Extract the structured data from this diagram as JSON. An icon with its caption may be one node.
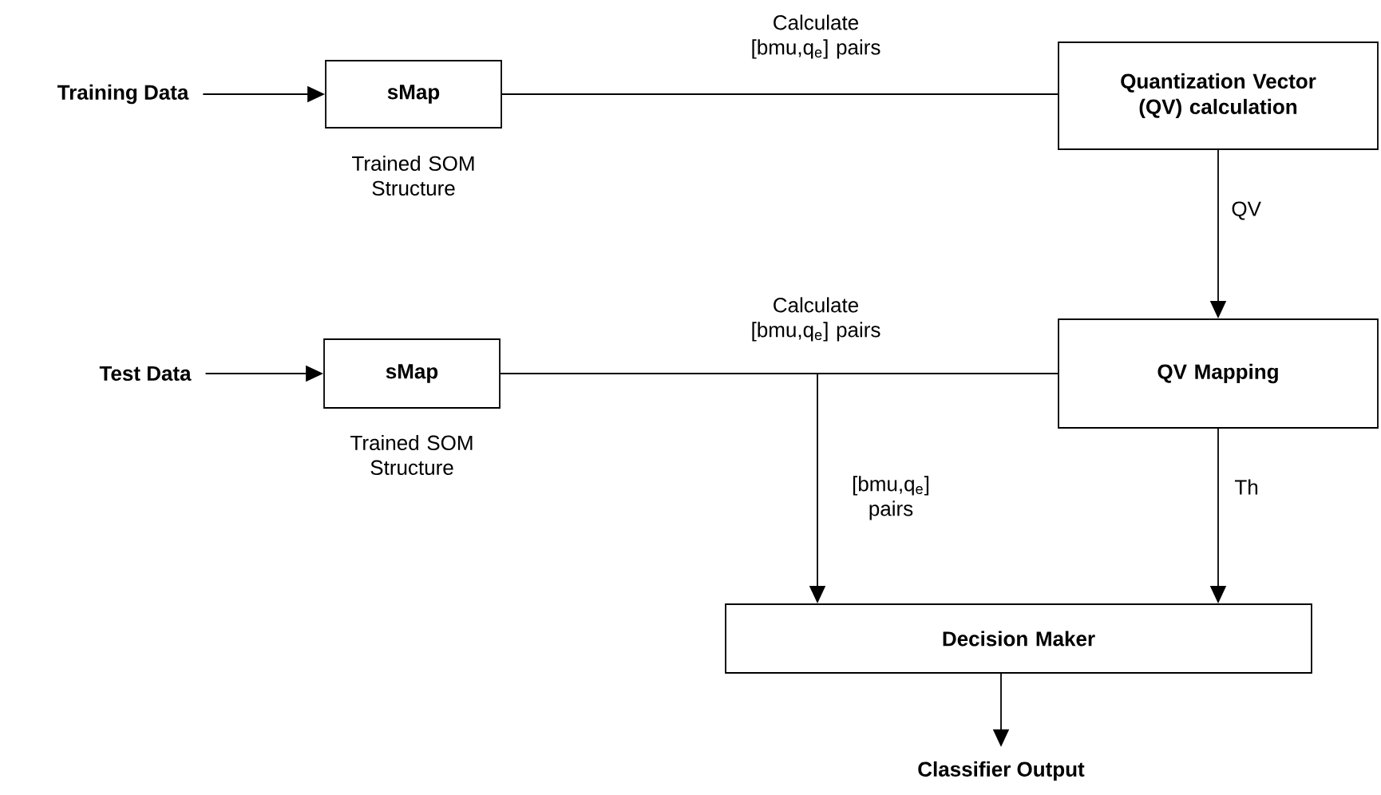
{
  "diagram": {
    "nodes": [
      {
        "text": [
          "Training Data"
        ]
      },
      {
        "text": [
          "sMap"
        ],
        "beside": [
          "Trained SOM Structure"
        ]
      },
      {
        "text": [
          "Quantization Vector (QV) calculation"
        ]
      },
      {
        "text": [
          "Test Data"
        ]
      },
      {
        "text": [
          "sMap"
        ],
        "beside": [
          "Trained SOM Structure"
        ]
      },
      {
        "text": [
          "QV Mapping"
        ]
      },
      {
        "text": [
          "Decision Maker"
        ]
      },
      {
        "text": [
          "Classifier Output"
        ]
      }
    ],
    "edges": [
      {
        "from": 0,
        "to": 1,
        "arrow": "to"
      },
      {
        "from": 1,
        "to": 2,
        "arrow": "none",
        "label": "Calculate [bmu,q$_{e}$] pairs"
      },
      {
        "from": 2,
        "to": 5,
        "arrow": "to",
        "label": "QV"
      },
      {
        "from": 3,
        "to": 4,
        "arrow": "to"
      },
      {
        "from": 4,
        "to": 5,
        "arrow": "none",
        "label": "Calculate [bmu,q$_{e}$] pairs"
      },
      {
        "from": 4,
        "to": 6,
        "arrow": "to",
        "label": "[bmu,q$_{e}$] pairs"
      },
      {
        "from": 5,
        "to": 6,
        "arrow": "to",
        "label": "Th"
      },
      {
        "from": 6,
        "to": 7,
        "arrow": "to"
      }
    ]
  }
}
